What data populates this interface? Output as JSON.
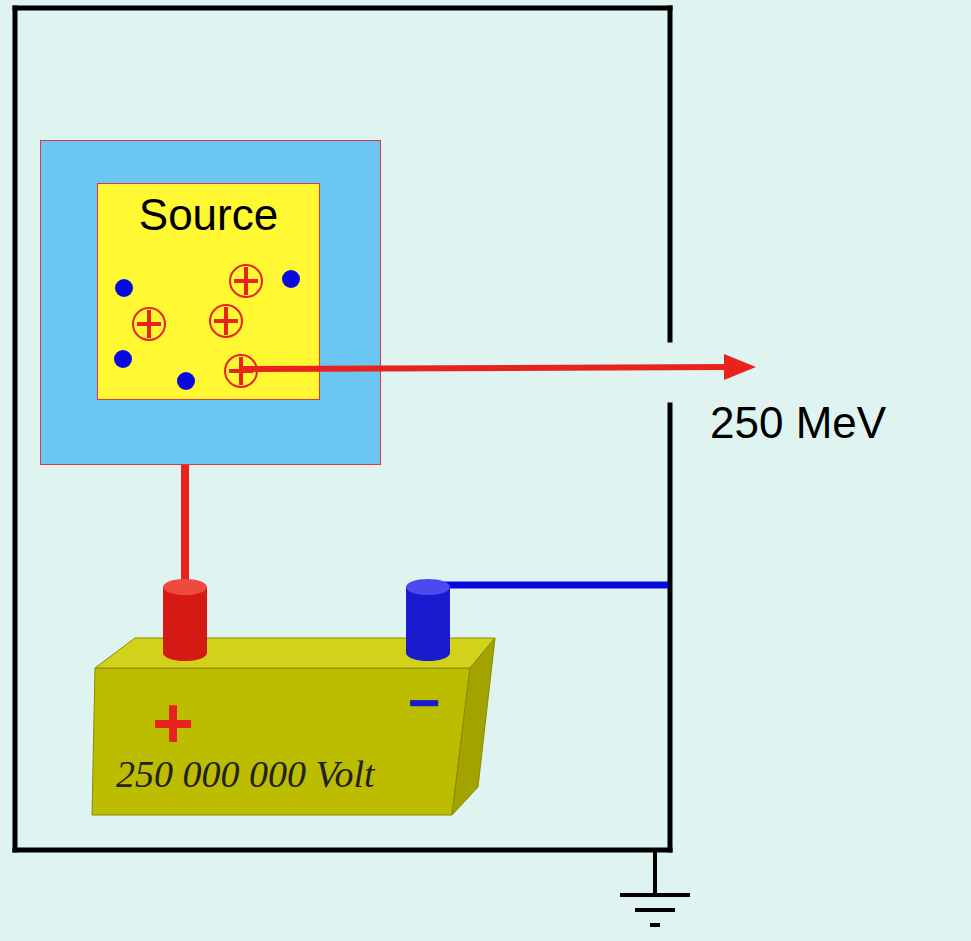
{
  "diagram": {
    "nodes": [
      {
        "text": [
          "Source"
        ]
      },
      {
        "text": [
          "+",
          "−",
          "250 000 000 Volt"
        ]
      }
    ],
    "edges": [
      {
        "from": 0,
        "to": 1,
        "arrow": "none"
      }
    ],
    "labels": [
      "250 MeV"
    ]
  }
}
